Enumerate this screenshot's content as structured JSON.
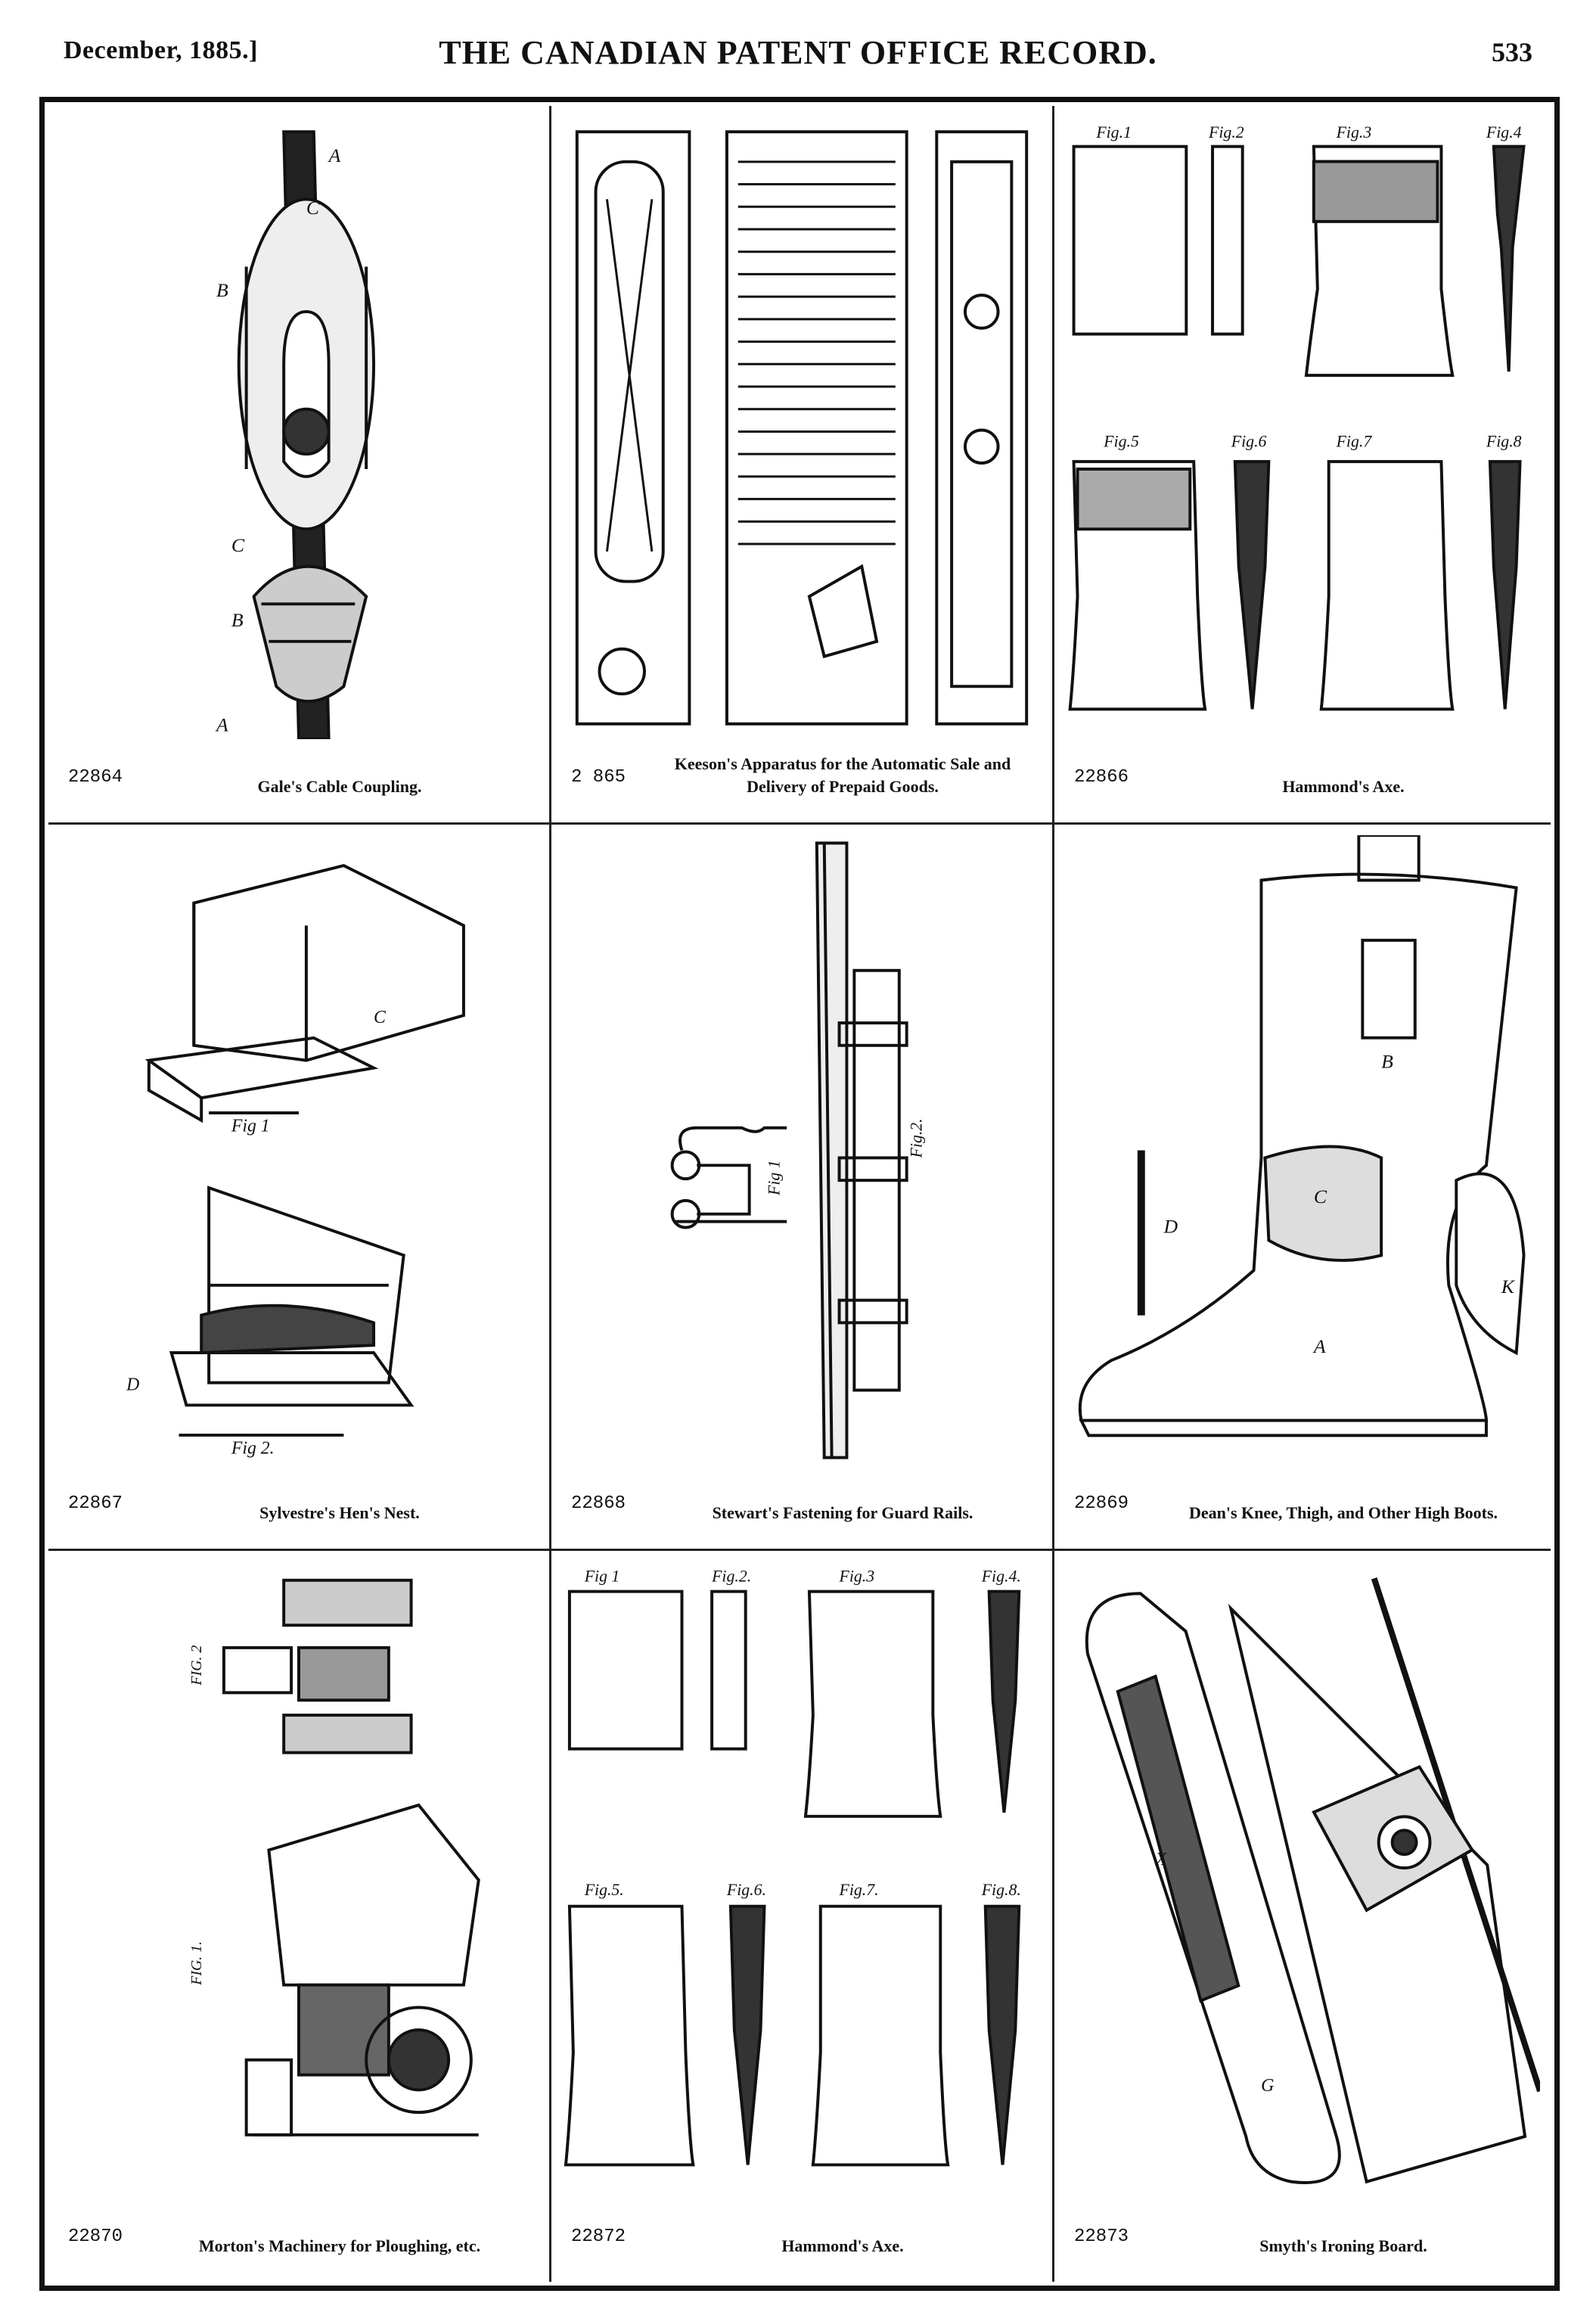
{
  "header": {
    "date": "December, 1885.]",
    "title": "THE CANADIAN PATENT OFFICE RECORD.",
    "page_number": "533"
  },
  "patents": [
    {
      "number": "22864",
      "title": "Gale's Cable Coupling."
    },
    {
      "number": "2 865",
      "title": "Keeson's Apparatus for the Automatic Sale and Delivery of Prepaid Goods."
    },
    {
      "number": "22866",
      "title": "Hammond's Axe."
    },
    {
      "number": "22867",
      "title": "Sylvestre's Hen's Nest."
    },
    {
      "number": "22868",
      "title": "Stewart's Fastening for Guard Rails."
    },
    {
      "number": "22869",
      "title": "Dean's Knee, Thigh, and Other High Boots."
    },
    {
      "number": "22870",
      "title": "Morton's Machinery for Ploughing, etc."
    },
    {
      "number": "22872",
      "title": "Hammond's Axe."
    },
    {
      "number": "22873",
      "title": "Smyth's Ironing Board."
    }
  ],
  "figure_labels": {
    "axe_a": [
      "Fig.1",
      "Fig.2",
      "Fig.3",
      "Fig.4",
      "Fig.5",
      "Fig.6",
      "Fig.7",
      "Fig.8"
    ],
    "axe_b": [
      "Fig 1",
      "Fig.2.",
      "Fig.3",
      "Fig.4.",
      "Fig.5.",
      "Fig.6.",
      "Fig.7.",
      "Fig.8."
    ],
    "nest": [
      "Fig 1",
      "Fig 2."
    ],
    "guard_rail": [
      "Fig 1",
      "Fig.2."
    ],
    "plough": [
      "FIG. 2",
      "FIG. 1."
    ]
  }
}
